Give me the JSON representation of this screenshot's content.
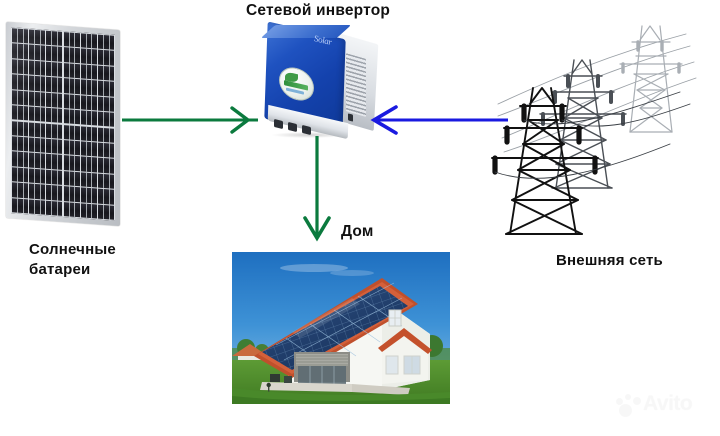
{
  "diagram": {
    "title_inverter": "Сетевой инвертор",
    "label_solar": "Солнечные\nбатареи",
    "label_grid": "Внешняя сеть",
    "label_house": "Дом"
  },
  "nodes": {
    "solar_panel": "solar-panel",
    "inverter": "grid-tie-inverter",
    "house": "house-with-rooftop-solar",
    "power_grid": "transmission-towers"
  },
  "flows": [
    {
      "name": "solar-to-inverter",
      "from": "solar-panel",
      "to": "grid-tie-inverter",
      "direction": "right",
      "color": "#0b7a3e"
    },
    {
      "name": "grid-to-inverter",
      "from": "external-grid",
      "to": "grid-tie-inverter",
      "direction": "left",
      "color": "#1a1ae0"
    },
    {
      "name": "inverter-to-house",
      "from": "grid-tie-inverter",
      "to": "house",
      "direction": "down",
      "color": "#0b7a3e"
    }
  ],
  "colors": {
    "background": "#ffffff",
    "text": "#111111",
    "green_arrow": "#0b7a3e",
    "blue_arrow": "#1a1ae0",
    "inverter_body": "#1442ad",
    "panel_frame": "#d3d6da",
    "panel_cell": "#1a1a20",
    "tower_line": "#111111"
  },
  "watermark": {
    "text": "Avito",
    "name": "avito-watermark"
  }
}
